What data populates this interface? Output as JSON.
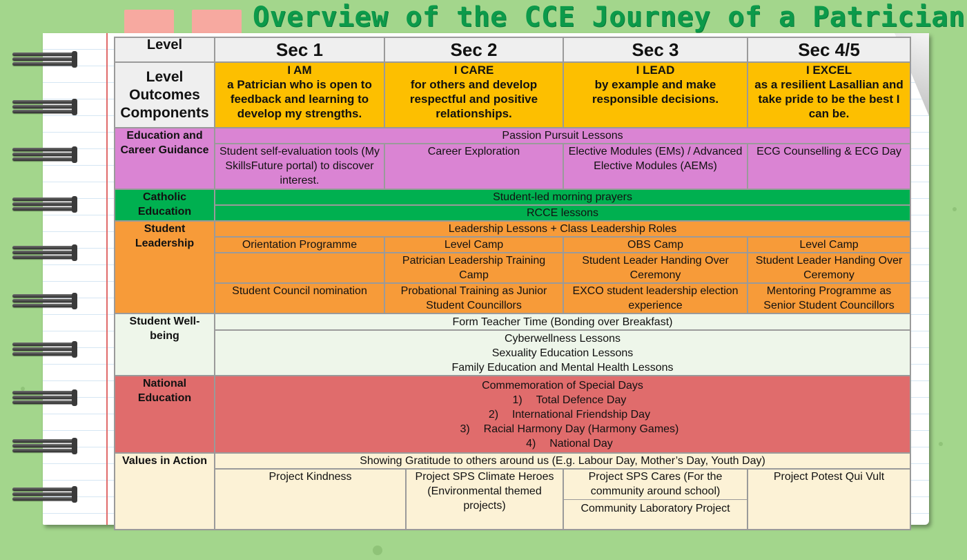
{
  "title": "Overview of the CCE Journey of a Patrician",
  "header": {
    "label": "Level",
    "levels": [
      "Sec 1",
      "Sec 2",
      "Sec 3",
      "Sec 4/5"
    ]
  },
  "outcomes": {
    "label_line1": "Level",
    "label_line2": "Outcomes",
    "label_line3": "Components",
    "items": [
      {
        "head": "I AM",
        "text": "a Patrician who is open to feedback and learning to develop my strengths."
      },
      {
        "head": "I CARE",
        "text": "for others and develop respectful and positive relationships."
      },
      {
        "head": "I LEAD",
        "text": "by example and make responsible decisions."
      },
      {
        "head": "I EXCEL",
        "text": "as a resilient Lasallian and take pride to be the best I can be."
      }
    ]
  },
  "ecg": {
    "label": "Education and Career Guidance",
    "span": "Passion Pursuit Lessons",
    "cells": [
      "Student self-evaluation tools (My SkillsFuture portal) to discover interest.",
      "Career Exploration",
      "Elective Modules (EMs) / Advanced Elective Modules (AEMs)",
      "ECG Counselling & ECG Day"
    ]
  },
  "catholic": {
    "label": "Catholic Education",
    "row1": "Student-led morning prayers",
    "row2": "RCCE lessons"
  },
  "leadership": {
    "label": "Student Leadership",
    "span": "Leadership Lessons + Class Leadership Roles",
    "row2": [
      "Orientation Programme",
      "Level Camp",
      "OBS Camp",
      "Level Camp"
    ],
    "row3": [
      "",
      "Patrician Leadership Training Camp",
      "Student Leader Handing Over Ceremony",
      "Student Leader Handing Over Ceremony"
    ],
    "row4": [
      "Student Council nomination",
      "Probational Training as Junior Student Councillors",
      "EXCO student leadership election experience",
      "Mentoring Programme as Senior Student Councillors"
    ]
  },
  "wellbeing": {
    "label": "Student Well-being",
    "row1": "Form Teacher Time (Bonding over Breakfast)",
    "row2": [
      "Cyberwellness Lessons",
      "Sexuality Education Lessons",
      "Family Education and Mental Health Lessons"
    ]
  },
  "national": {
    "label": "National Education",
    "head": "Commemoration of Special Days",
    "days": [
      {
        "num": "1)",
        "name": "Total Defence Day"
      },
      {
        "num": "2)",
        "name": "International Friendship Day"
      },
      {
        "num": "3)",
        "name": "Racial Harmony Day (Harmony Games)"
      },
      {
        "num": "4)",
        "name": "National Day"
      }
    ]
  },
  "values": {
    "label": "Values in Action",
    "span": "Showing Gratitude to others around us (E.g. Labour Day, Mother’s Day, Youth Day)",
    "col1": "Project Kindness",
    "col2a": "Project SPS Climate Heroes",
    "col2b": "(Environmental themed projects)",
    "col3a": "Project SPS Cares (For the community around school)",
    "col3b": "Community Laboratory Project",
    "col4": "Project Potest Qui Vult"
  },
  "colors": {
    "background": "#a3d68c",
    "title": "#0c9a4a",
    "outcomes": "#fdbf00",
    "ecg": "#da84d3",
    "catholic": "#00b050",
    "leadership": "#f79b39",
    "wellbeing": "#eef6ea",
    "national": "#e06c6c",
    "values": "#fcf2d6"
  }
}
